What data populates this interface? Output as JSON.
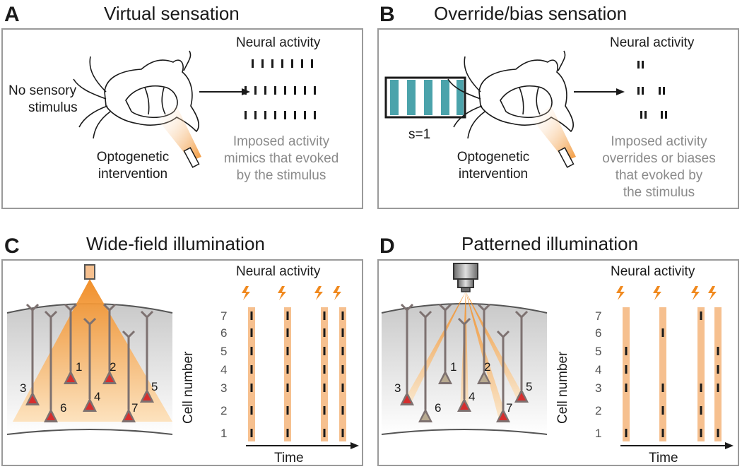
{
  "panels": {
    "a": {
      "letter": "A",
      "title": "Virtual sensation",
      "stimulus_label_line1": "No sensory",
      "stimulus_label_line2": "stimulus",
      "intervention_line1": "Optogenetic",
      "intervention_line2": "intervention",
      "activity_title": "Neural activity",
      "note_line1": "Imposed activity",
      "note_line2": "mimics that evoked",
      "note_line3": "by the stimulus"
    },
    "b": {
      "letter": "B",
      "title": "Override/bias sensation",
      "stimulus_value": "s=1",
      "intervention_line1": "Optogenetic",
      "intervention_line2": "intervention",
      "activity_title": "Neural activity",
      "note_line1": "Imposed activity",
      "note_line2": "overrides or biases",
      "note_line3": "that evoked by",
      "note_line4": "the stimulus"
    },
    "c": {
      "letter": "C",
      "title": "Wide-field illumination",
      "activity_title": "Neural activity",
      "y_axis_label": "Cell number",
      "x_axis_label": "Time",
      "cell_numbers": [
        "7",
        "6",
        "5",
        "4",
        "3",
        "2",
        "1"
      ],
      "neuron_labels": [
        "1",
        "2",
        "3",
        "4",
        "5",
        "6",
        "7"
      ]
    },
    "d": {
      "letter": "D",
      "title": "Patterned illumination",
      "activity_title": "Neural activity",
      "y_axis_label": "Cell number",
      "x_axis_label": "Time",
      "cell_numbers": [
        "7",
        "6",
        "5",
        "4",
        "3",
        "2",
        "1"
      ],
      "neuron_labels": [
        "1",
        "2",
        "3",
        "4",
        "5",
        "6",
        "7"
      ]
    }
  },
  "colors": {
    "frame": "#9a9a9a",
    "stripe_teal": "#4ba3ab",
    "light_orange": "#f6c08f",
    "flash_orange": "#f0891e",
    "neuron_gray": "#7d7170",
    "active_red": "#d62e2e",
    "gray_text": "#8a8a8a"
  },
  "icons": [
    "mouse-head-icon",
    "optical-fiber-icon",
    "lightning-icon",
    "microscope-objective-icon",
    "neuron-icon"
  ]
}
